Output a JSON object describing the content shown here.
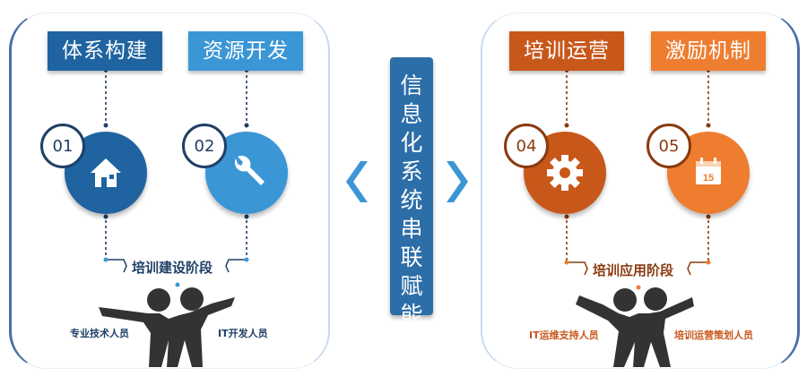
{
  "center": {
    "title": "信息化系统串联赋能"
  },
  "left_panel": {
    "tags": [
      "体系构建",
      "资源开发"
    ],
    "steps": [
      {
        "number": "01",
        "icon": "house-icon"
      },
      {
        "number": "02",
        "icon": "wrench-icon"
      }
    ],
    "stage_label": "培训建设阶段",
    "roles": [
      "专业技术人员",
      "IT开发人员"
    ]
  },
  "right_panel": {
    "tags": [
      "培训运营",
      "激励机制"
    ],
    "steps": [
      {
        "number": "04",
        "icon": "gear-icon"
      },
      {
        "number": "05",
        "icon": "calendar-icon",
        "icon_text": "15"
      }
    ],
    "stage_label": "培训应用阶段",
    "roles": [
      "IT运维支持人员",
      "培训运营策划人员"
    ]
  },
  "colors": {
    "dark_blue": "#1f64a0",
    "light_blue": "#3b96d6",
    "dark_orange": "#c8571a",
    "light_orange": "#ee7d30",
    "people": "#333333"
  }
}
